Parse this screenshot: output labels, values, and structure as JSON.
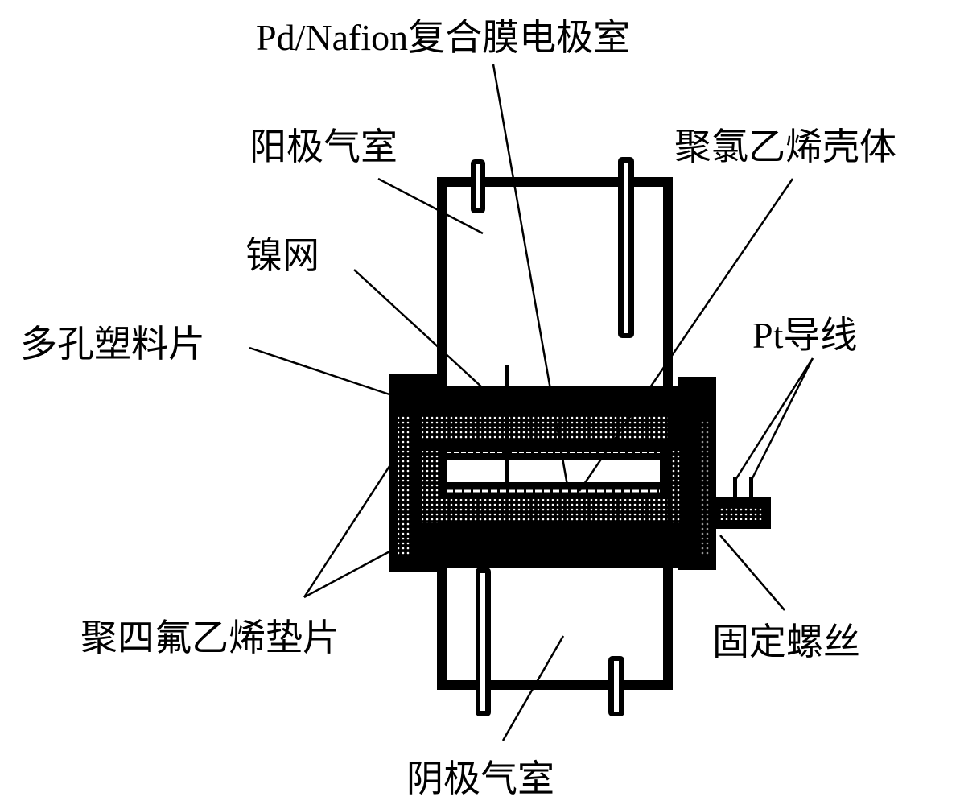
{
  "labels": {
    "pd_nafion_chamber": "Pd/Nafion复合膜电极室",
    "anode_gas_chamber": "阳极气室",
    "pvc_shell": "聚氯乙烯壳体",
    "nickel_mesh": "镍网",
    "porous_plastic_sheet": "多孔塑料片",
    "pt_wire": "Pt导线",
    "ptfe_gasket": "聚四氟乙烯垫片",
    "fixing_screw": "固定螺丝",
    "cathode_gas_chamber": "阴极气室"
  },
  "colors": {
    "ink": "#000000",
    "background": "#ffffff"
  }
}
